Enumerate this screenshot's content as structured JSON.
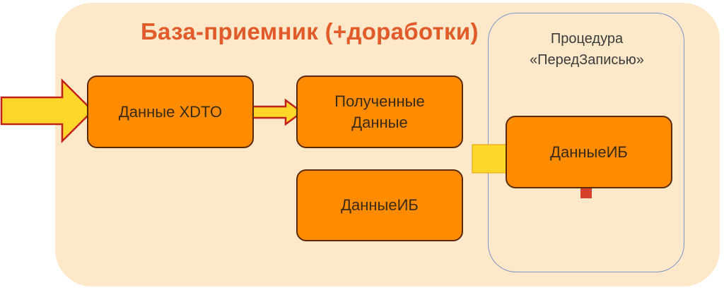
{
  "diagram": {
    "title": "База-приемник (+доработки)",
    "procedure": {
      "caption_line1": "Процедура",
      "caption_line2": "«ПередЗаписью»"
    },
    "nodes": {
      "xdto": "Данные XDTO",
      "received_line1": "Полученные",
      "received_line2": "Данные",
      "ib_data": "ДанныеИБ",
      "ib_data_proc": "ДанныеИБ"
    },
    "colors": {
      "panel": "#fde8c9",
      "node_fill": "#ff8c00",
      "node_border": "#5a2b00",
      "arrow_fill": "#ffd62a",
      "arrow_border": "#c0221a",
      "title": "#e05a2a",
      "procedure_border": "#7c93c9"
    }
  }
}
